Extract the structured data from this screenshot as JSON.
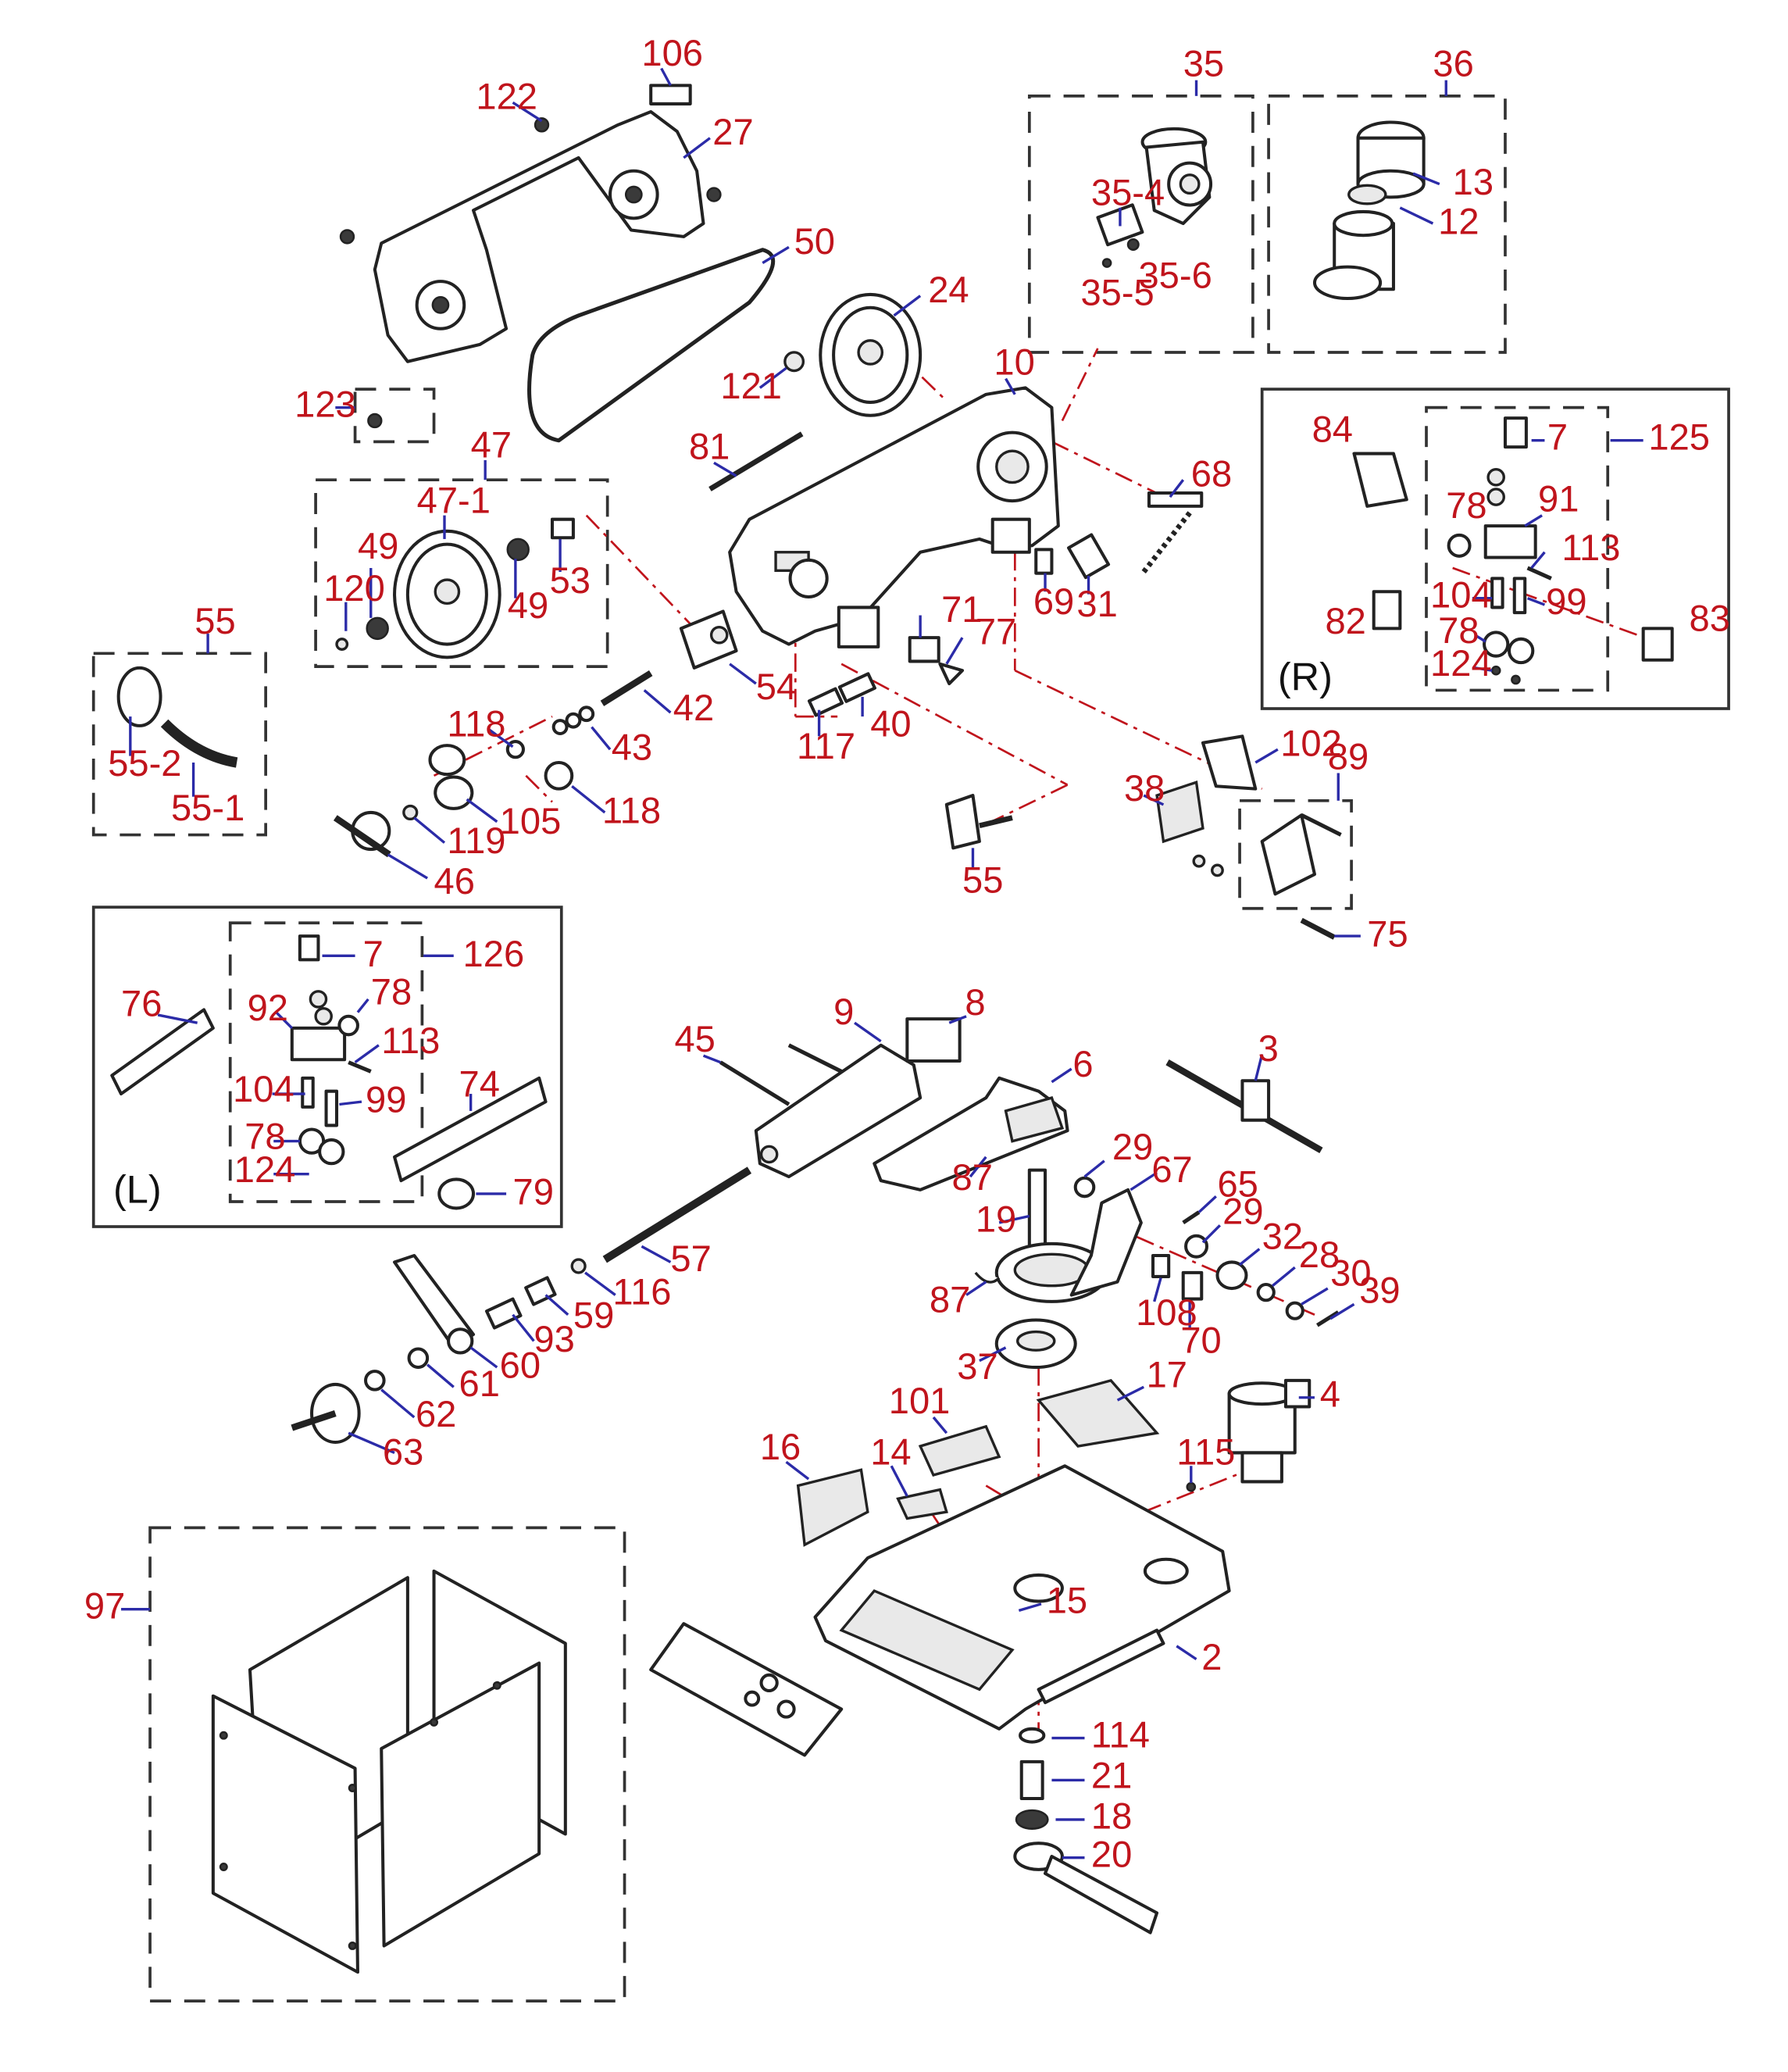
{
  "diagram": {
    "labels": [
      "106",
      "122",
      "27",
      "50",
      "123",
      "24",
      "121",
      "35",
      "35-4",
      "35-6",
      "35-5",
      "36",
      "13",
      "12",
      "10",
      "81",
      "47",
      "47-1",
      "49",
      "120",
      "53",
      "68",
      "69",
      "31",
      "125",
      "84",
      "7",
      "78",
      "91",
      "113",
      "82",
      "104",
      "99",
      "124",
      "83",
      "(R)",
      "54",
      "71",
      "77",
      "42",
      "43",
      "40",
      "117",
      "55",
      "55-2",
      "55-1",
      "118",
      "105",
      "119",
      "46",
      "102",
      "89",
      "38",
      "75",
      "126",
      "76",
      "92",
      "74",
      "79",
      "(L)",
      "45",
      "9",
      "8",
      "6",
      "3",
      "57",
      "116",
      "59",
      "93",
      "60",
      "61",
      "62",
      "63",
      "87",
      "19",
      "29",
      "67",
      "65",
      "32",
      "28",
      "30",
      "39",
      "108",
      "70",
      "37",
      "17",
      "4",
      "101",
      "14",
      "16",
      "115",
      "15",
      "2",
      "97",
      "114",
      "21",
      "18",
      "20"
    ]
  }
}
